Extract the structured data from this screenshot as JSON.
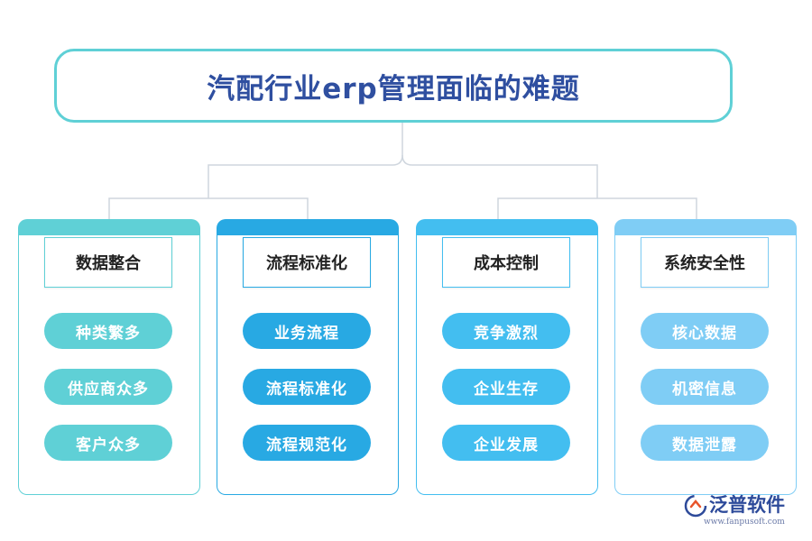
{
  "title": "汽配行业erp管理面临的难题",
  "colors": {
    "title_border": "#5fd0d6",
    "title_text": "#2f4fa0",
    "connector": "#cfd6de",
    "card_1": "#5fd0d6",
    "card_2": "#28a9e3",
    "card_3": "#43bef0",
    "card_4": "#7fcdf5"
  },
  "categories": [
    {
      "heading": "数据整合",
      "items": [
        "种类繁多",
        "供应商众多",
        "客户众多"
      ]
    },
    {
      "heading": "流程标准化",
      "items": [
        "业务流程",
        "流程标准化",
        "流程规范化"
      ]
    },
    {
      "heading": "成本控制",
      "items": [
        "竞争激烈",
        "企业生存",
        "企业发展"
      ]
    },
    {
      "heading": "系统安全性",
      "items": [
        "核心数据",
        "机密信息",
        "数据泄露"
      ]
    }
  ],
  "logo": {
    "icon": "fanpu-logo-icon",
    "name": "泛普软件",
    "url": "www.fanpusoft.com"
  }
}
